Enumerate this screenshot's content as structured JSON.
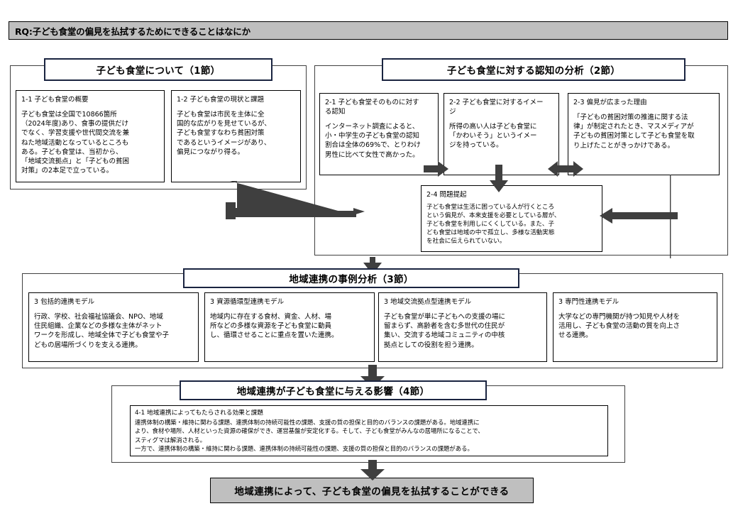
{
  "meta": {
    "accent_banner": "#bfbfbf",
    "title_border": "#1a2440",
    "arrow_color": "#3f3f3f",
    "frame_color": "#404040"
  },
  "rq": {
    "label": "RQ:子ども食堂の偏見を払拭するためにできることはなにか"
  },
  "sections": [
    {
      "id": "section-1",
      "title": "子ども食堂について（1節）",
      "cards": [
        {
          "id": "card-1-1",
          "heading": "1-1 子ども食堂の概要",
          "body": "子ども食堂は全国で10866箇所\n（2024年度)あり、食事の提供だけ\nでなく、学習支援や世代間交流を兼\nねた地域活動となっているところも\nある。子ども食堂は、当初から、\n「地域交流拠点」と「子どもの貧困\n対策」の2本足で立っている。"
        },
        {
          "id": "card-1-2",
          "heading": "1-2 子ども食堂の現状と課題",
          "body": "子ども食堂は市民を主体に全\n国的な広がりを見せているが、\n子ども食堂すなわち貧困対策\nであるというイメージがあり、\n偏見につながり得る。"
        }
      ]
    },
    {
      "id": "section-2",
      "title": "子ども食堂に対する認知の分析（2節）",
      "cards": [
        {
          "id": "card-2-1",
          "heading": "2-1 子ども食堂そのものに対す\nる認知",
          "body": "インターネット調査によると、\n小・中学生の子ども食堂の認知\n割合は全体の69%で、とりわけ\n男性に比べて女性で高かった。"
        },
        {
          "id": "card-2-2",
          "heading": "2-2 子ども食堂に対するイメー\nジ",
          "body": "所得の高い人は子ども食堂に\n「かわいそう」というイメー\nジを持っている。"
        },
        {
          "id": "card-2-3",
          "heading": "2-3 偏見が広まった理由",
          "body": "「子どもの貧困対策の推進に関する法\n律」が制定されたとき、マスメディアが\n子どもの貧困対策として子ども食堂を取\nり上げたことがきっかけである。"
        },
        {
          "id": "card-2-4",
          "heading": "2-4 問題提起",
          "body": "子ども食堂は生活に困っている人が行くところ\nという偏見が、本来支援を必要としている層が、\n子ども食堂を利用しにくくしている。また、子\nども食堂は地域の中で孤立し、多様な活動実態\nを社会に伝えられていない。"
        }
      ]
    },
    {
      "id": "section-3",
      "title": "地域連携の事例分析（3節）",
      "cards": [
        {
          "id": "card-3-1",
          "heading": "3 包括的連携モデル",
          "body": "行政、学校、社会福祉協議会、NPO、地域\n住民組織、企業などの多様な主体がネット\nワークを形成し、地域全体で子ども食堂や子\nどもの居場所づくりを支える連携。"
        },
        {
          "id": "card-3-2",
          "heading": "3 資源循環型連携モデル",
          "body": "地域内に存在する食材、資金、人材、場\n所などの多様な資源を子ども食堂に動員\nし、循環させることに重点を置いた連携。"
        },
        {
          "id": "card-3-3",
          "heading": "3 地域交流拠点型連携モデル",
          "body": "子ども食堂が単に子どもへの支援の場に\n留まらず、高齢者を含む多世代の住民が\n集い、交流する地域コミュニティの中核\n拠点としての役割を担う連携。"
        },
        {
          "id": "card-3-4",
          "heading": "3 専門性連携モデル",
          "body": "大学などの専門機関が持つ知見や人材を\n活用し、子ども食堂の活動の質を向上さ\nせる連携。"
        }
      ]
    },
    {
      "id": "section-4",
      "title": "地域連携が子ども食堂に与える影響（4節）",
      "cards": [
        {
          "id": "card-4-1",
          "heading": "4-1 地域連携によってもたらされる効果と課題",
          "body": "連携体制の構築・維持に関わる課題、連携体制の持続可能性の課題、支援の質の担保と目的のバランスの課題がある。地域連携に\nより、食材や場所、人材といった資源の確保ができ、運営基盤が安定化する。そして、子ども食堂がみんなの居場所になることで、\nスティグマは解消される。\n一方で、連携体制の構築・維持に関わる課題、連携体制の持続可能性の課題、支援の質の担保と目的のバランスの課題がある。"
        }
      ]
    }
  ],
  "conclusion": {
    "label": "地域連携によって、子ども食堂の偏見を払拭することができる"
  },
  "connectors": [
    {
      "id": "arrow-sec1-to-sec2",
      "kind": "elbow-right"
    },
    {
      "id": "arrow-2-1-to-2-2",
      "kind": "right"
    },
    {
      "id": "arrow-2-2-to-2-3",
      "kind": "double-horizontal"
    },
    {
      "id": "arrow-2-2-to-2-4",
      "kind": "down"
    },
    {
      "id": "arrow-2-3-to-2-4",
      "kind": "left"
    },
    {
      "id": "arrow-sec2-to-sec3",
      "kind": "down"
    },
    {
      "id": "arrow-sec3-to-sec4",
      "kind": "down"
    },
    {
      "id": "arrow-sec4-to-conclusion",
      "kind": "down"
    }
  ]
}
